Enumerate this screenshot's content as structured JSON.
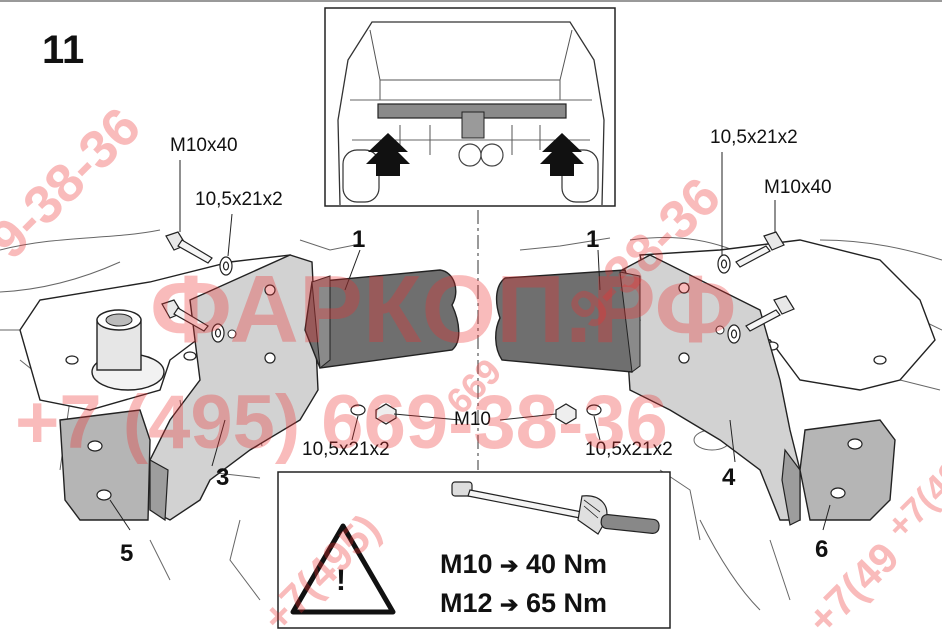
{
  "step_number": "11",
  "callouts": {
    "bolt_left": "M10x40",
    "washer_left_top": "10,5x21x2",
    "washer_right_top": "10,5x21x2",
    "bolt_right": "M10x40",
    "washer_left_bottom": "10,5x21x2",
    "nut_center": "M10",
    "washer_right_bottom": "10,5x21x2"
  },
  "parts": {
    "crossbar_left": "1",
    "crossbar_right": "1",
    "bracket_left": "3",
    "bracket_right": "4",
    "plate_left": "5",
    "plate_right": "6"
  },
  "torque_table": [
    {
      "size": "M10",
      "arrow": "➔",
      "value": "40 Nm"
    },
    {
      "size": "M12",
      "arrow": "➔",
      "value": "65 Nm"
    }
  ],
  "warning_symbol": "!",
  "watermarks": {
    "brand": "ФАРКОП.РФ",
    "phone_main": "+7 (495) 669-38-36",
    "phone_fragments": [
      "9-38-36",
      "9-38-36",
      "+7(495)",
      "669",
      "+7(49",
      "+7(49"
    ]
  },
  "colors": {
    "watermark": "#ee3232",
    "line": "#222222",
    "bar": "#6f6f6f",
    "bracket": "#d2d2d2"
  }
}
